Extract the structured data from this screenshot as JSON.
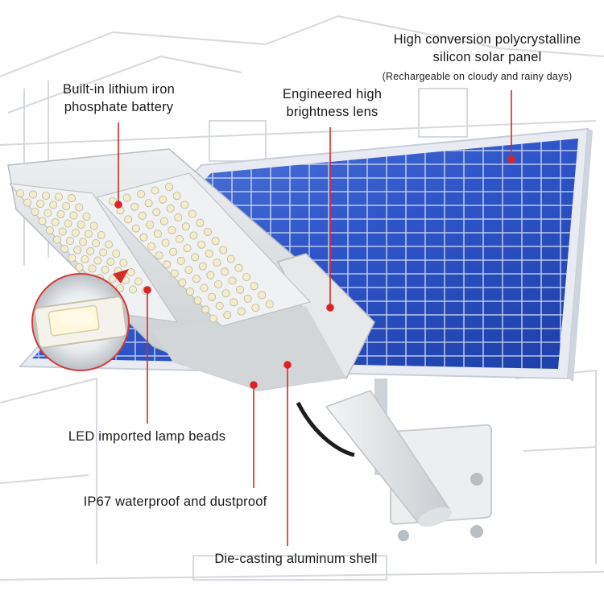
{
  "labels": {
    "solar_panel_line1": "High conversion polycrystalline",
    "solar_panel_line2": "silicon solar panel",
    "solar_panel_note": "(Rechargeable on cloudy and rainy days)",
    "battery_line1": "Built-in lithium iron",
    "battery_line2": "phosphate battery",
    "lens_line1": "Engineered high",
    "lens_line2": "brightness lens",
    "led_beads": "LED imported lamp beads",
    "waterproof": "IP67 waterproof and dustproof",
    "shell": "Die-casting aluminum shell"
  },
  "colors": {
    "callout_line": "#d42a2a",
    "callout_dot": "#e02020",
    "panel_blue": "#2f55c8",
    "panel_frame": "#e8ecf2",
    "housing": "#d9dcdf",
    "led": "#f3eccf",
    "sketch": "#d6d9dd"
  },
  "icons": {
    "magnifier": "led-zoom-lens-icon"
  }
}
